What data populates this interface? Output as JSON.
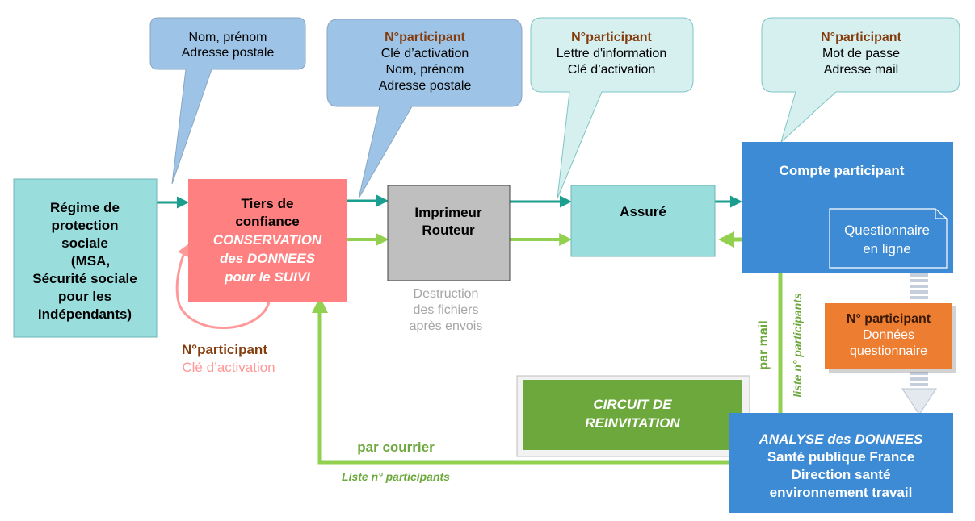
{
  "callouts": {
    "regime_to_tiers": [
      "Nom, prénom",
      "Adresse postale"
    ],
    "tiers_to_imprimeur": {
      "title": "N°participant",
      "lines": [
        "Clé d’activation",
        "Nom, prénom",
        "Adresse postale"
      ]
    },
    "imprimeur_to_assure": {
      "title": "N°participant",
      "lines": [
        "Lettre d'information",
        "Clé d’activation"
      ]
    },
    "assure_to_compte": {
      "title": "N°participant",
      "lines": [
        "Mot de passe",
        "Adresse mail"
      ]
    }
  },
  "boxes": {
    "regime": [
      "Régime de",
      "protection",
      "sociale",
      "(MSA,",
      "Sécurité sociale",
      "pour les",
      "Indépendants)"
    ],
    "tiers": {
      "title": [
        "Tiers de",
        "confiance"
      ],
      "subtitle": [
        "CONSERVATION",
        "des DONNEES",
        "pour le SUIVI"
      ]
    },
    "imprimeur": [
      "Imprimeur",
      "Routeur"
    ],
    "assure": "Assuré",
    "compte": "Compte participant",
    "questionnaire": [
      "Questionnaire",
      "en ligne"
    ],
    "donnees": {
      "title": "N° participant",
      "lines": [
        "Données",
        "questionnaire"
      ]
    },
    "circuit": [
      "CIRCUIT DE",
      "REINVITATION"
    ],
    "analyse": {
      "title": "ANALYSE des DONNEES",
      "lines": [
        "Santé publique France",
        "Direction santé",
        "environnement travail"
      ]
    }
  },
  "labels": {
    "destruction": [
      "Destruction",
      "des fichiers",
      "après envois"
    ],
    "tiers_loop_title": "N°participant",
    "tiers_loop_sub": "Clé d’activation",
    "par_courrier": "par courrier",
    "liste_bottom": "Liste n° participants",
    "par_mail": "par mail",
    "liste_vertical": "liste n° participants"
  },
  "colors": {
    "teal_box": "#99DDDD",
    "teal_arrow": "#1A9E8F",
    "pink_box": "#FF8080",
    "pink_text": "#FF9999",
    "gray_box": "#BFBFBF",
    "blue_box": "#3D8BD4",
    "orange_box": "#ED7D31",
    "green_box": "#6DA83D",
    "green_line": "#92D050",
    "callout_blue": "#9DC3E6",
    "callout_teal": "#D6F0F0",
    "brown_text": "#843C0C"
  }
}
